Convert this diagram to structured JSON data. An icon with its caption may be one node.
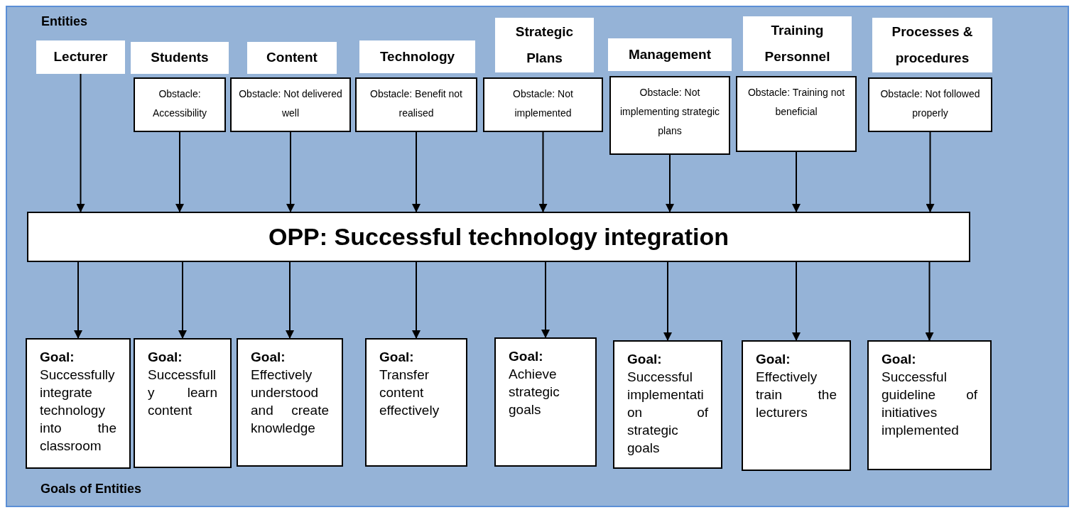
{
  "diagram": {
    "nodes": [
      {
        "text": [
          "Lecturer"
        ]
      },
      {
        "text": [
          "Students"
        ]
      },
      {
        "text": [
          "Content"
        ]
      },
      {
        "text": [
          "Technology"
        ]
      },
      {
        "text": [
          "Strategic Plans"
        ]
      },
      {
        "text": [
          "Management"
        ]
      },
      {
        "text": [
          "Training Personnel"
        ]
      },
      {
        "text": [
          "Processes & procedures"
        ]
      },
      {
        "text": [
          "Obstacle: Accessibility"
        ]
      },
      {
        "text": [
          "Obstacle: Not delivered well"
        ]
      },
      {
        "text": [
          "Obstacle: Benefit not realised"
        ]
      },
      {
        "text": [
          "Obstacle: Not implemented"
        ]
      },
      {
        "text": [
          "Obstacle: Not implementing strategic plans"
        ]
      },
      {
        "text": [
          "Obstacle: Training not beneficial"
        ]
      },
      {
        "text": [
          "Obstacle: Not followed properly"
        ]
      },
      {
        "text": [
          "OPP: Successful technology integration"
        ]
      },
      {
        "text": [
          "Goal:",
          "Successfully integrate technology into the classroom"
        ]
      },
      {
        "text": [
          "Goal:",
          "Successfully learn content"
        ]
      },
      {
        "text": [
          "Goal:",
          "Effectively understood and create knowledge"
        ]
      },
      {
        "text": [
          "Goal:",
          "Transfer content effectively"
        ]
      },
      {
        "text": [
          "Goal:",
          "Achieve strategic goals"
        ]
      },
      {
        "text": [
          "Goal:",
          "Successful implementation of strategic goals"
        ]
      },
      {
        "text": [
          "Goal:",
          "Effectively train the lecturers"
        ]
      },
      {
        "text": [
          "Goal:",
          "Successful guideline of initiatives implemented"
        ]
      }
    ],
    "edges": [
      {
        "from": 0,
        "to": 15,
        "arrow": "to"
      },
      {
        "from": 8,
        "to": 15,
        "arrow": "to"
      },
      {
        "from": 9,
        "to": 15,
        "arrow": "to"
      },
      {
        "from": 10,
        "to": 15,
        "arrow": "to"
      },
      {
        "from": 11,
        "to": 15,
        "arrow": "to"
      },
      {
        "from": 12,
        "to": 15,
        "arrow": "to"
      },
      {
        "from": 13,
        "to": 15,
        "arrow": "to"
      },
      {
        "from": 14,
        "to": 15,
        "arrow": "to"
      },
      {
        "from": 15,
        "to": 16,
        "arrow": "to"
      },
      {
        "from": 15,
        "to": 17,
        "arrow": "to"
      },
      {
        "from": 15,
        "to": 18,
        "arrow": "to"
      },
      {
        "from": 15,
        "to": 19,
        "arrow": "to"
      },
      {
        "from": 15,
        "to": 20,
        "arrow": "to"
      },
      {
        "from": 15,
        "to": 21,
        "arrow": "to"
      },
      {
        "from": 15,
        "to": 22,
        "arrow": "to"
      },
      {
        "from": 15,
        "to": 23,
        "arrow": "to"
      }
    ],
    "labels": [
      "Entities",
      "Goals of Entities"
    ]
  }
}
